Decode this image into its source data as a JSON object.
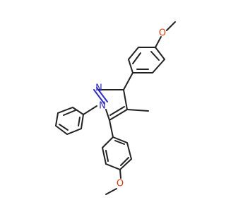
{
  "molecule": {
    "atoms": {
      "n1": "N",
      "n2": "N",
      "o_top": "O",
      "o_bottom": "O"
    },
    "colors": {
      "bond": "#222222",
      "nitrogen": "#2b2bd9",
      "oxygen": "#e03a00"
    }
  }
}
